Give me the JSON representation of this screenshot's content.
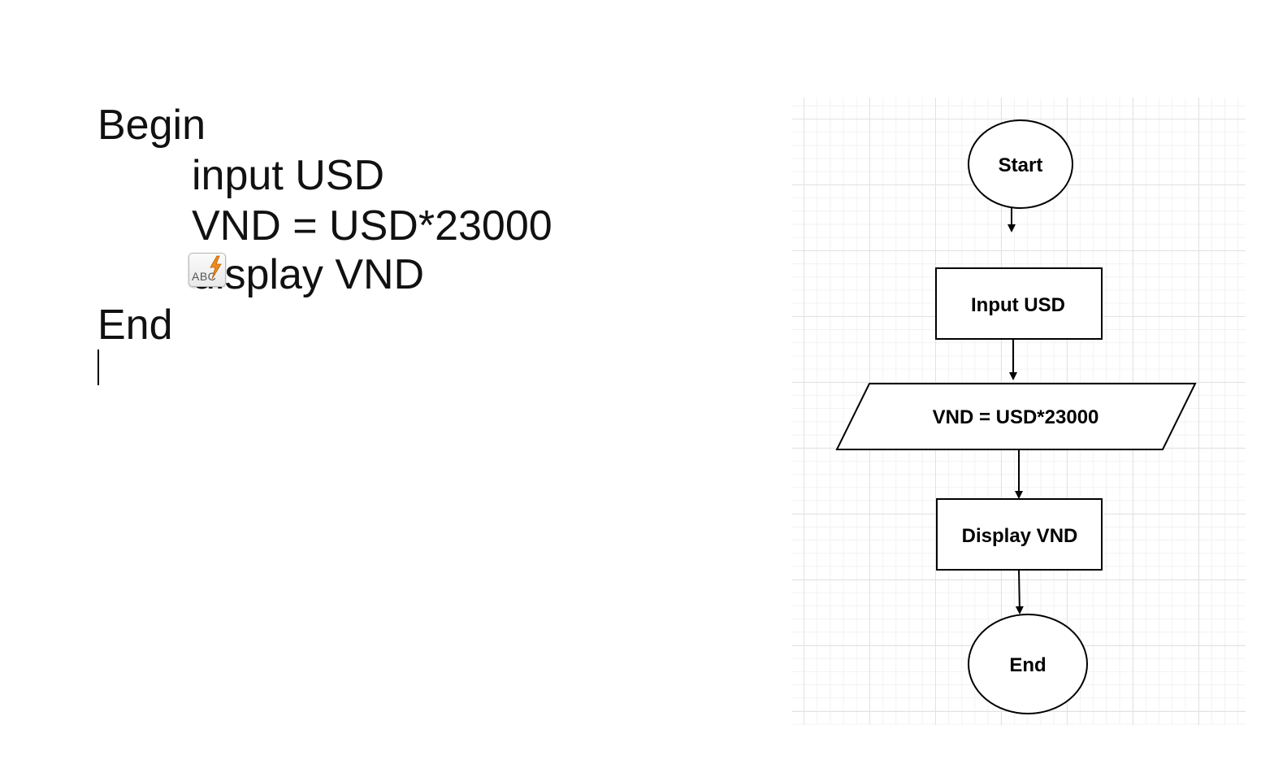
{
  "pseudocode": {
    "lines": [
      "Begin",
      "input USD",
      "VND = USD*23000",
      "display VND",
      "End"
    ]
  },
  "spellcheck_badge": {
    "icon": "spellcheck-icon",
    "text": "ABC"
  },
  "flowchart": {
    "nodes": {
      "start": "Start",
      "input": "Input USD",
      "process": "VND = USD*23000",
      "display": "Display VND",
      "end": "End"
    }
  }
}
